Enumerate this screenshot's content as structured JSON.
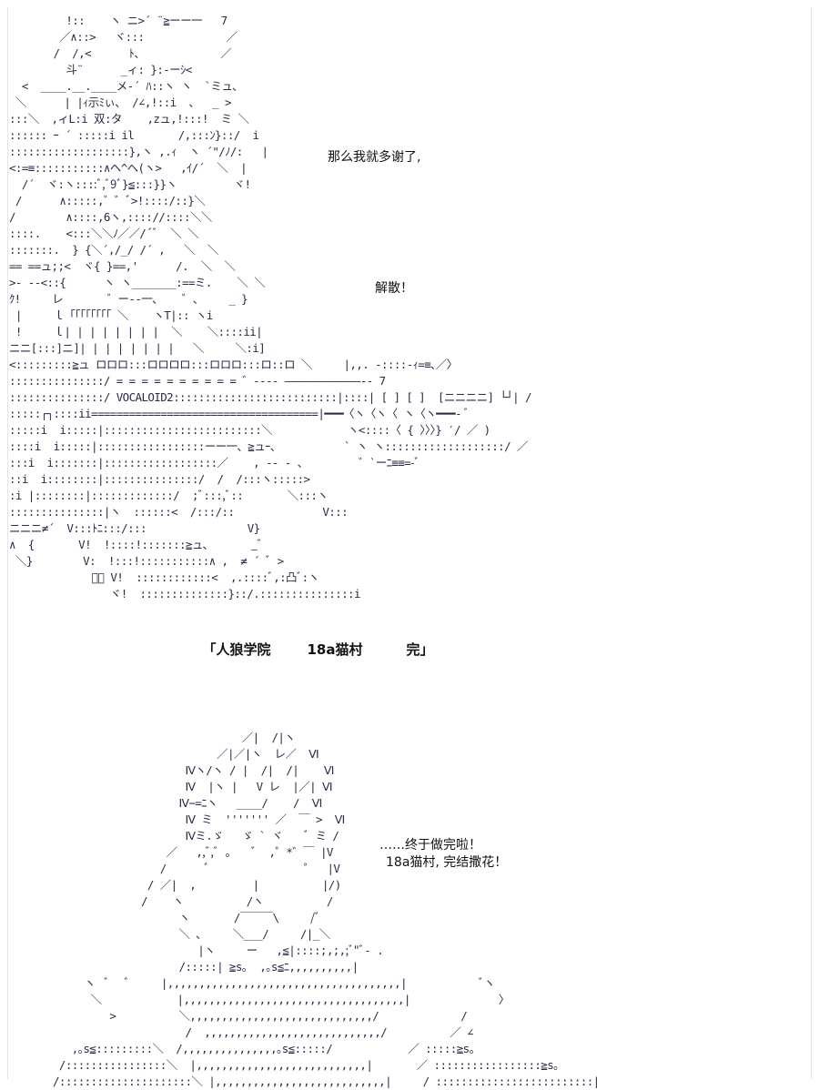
{
  "ascii_art": {
    "upper_figure": "         !::    ヽ ニ>´ ¨≧ーー一   7\n        ／∧::>   ヾ:::             ／\n       /  /,<      ﾄ、            ／\n         斗¨      _ィ: }:-ーｼ<\n  <  ____.__.____メ-´ ﾊ::ヽ ヽ  `ミュ、\n ＼      | |ｨ示ﾐぃ、 /∠,!::i  、  _ >\n:::＼  ,ィL:i 双:タ    ,zュ,!:::!  ミ ＼\n:::::: ｰ ´ :::::i il       /,:::ﾝ}::/  i\n:::::::::::::::::::},ヽ ,.ｨ  ヽ ´\"/ﾉ/:   |\n<:=≡:::::::::::∧ヘ^へ(ヽ>   ,ｲ/´  ＼  |\n  /´  ヾ:ヽ::::ﾞ,ﾞ9ﾞ}≦:::}}ヽ         ヾ!\n /      ∧:::::,゛゛ﾞ>!::::/::}＼\n/        ∧::::,6ヽ,:::://::::＼＼\n::::.    <:::＼＼ﾉ／／/´ﾞ  ＼ ＼\n:::::::.  } {＼´,/_/ /´ ,   ＼  ＼\n== ==ュ;;<  ヾ{ }==,'      /.  ＼  ＼\n>- --<::{      ヽ ヽ_______:==ミ.    ＼ ＼\nｸ!     レ       ゛ー--一、   ゛、    _ }\n |     ｌ「「「「「「「「 ＼    ヽT|:: ヽi\n !     ｌ| | | | | | | |  ＼    ＼::::ii|\nニニ[:::]ニ]| | | | | | | |   ＼     ＼:i]\n<:::::::::≧ュ ロロロ:::ロロロロ:::ロロロ:::ロ::ロ ＼     |,,. -::::-ｨ=≡､／〉\n:::::::::::::::/ = = = = = = = = = = ゛---- ――――――――――――-- 7\n:::::::::::::::/ VOCALOID2::::::::::::::::::::::::::|::::| [ ] [ ]  [ニニニニ] └┘| /\n:::::┌┐::::ii====================================|━━━〈ヽ〈ヽ〈 ヽ〈ヽ━━━- ﾞ\n:::::i  i:::::|:::::::::::::::::::::::::＼            ヽ<::::〈 { 〉〉〉} ′/ ／ )\n::::i  i:::::|:::::::::::::::::ーー一、≧ュｰ、          ` ヽ ヽ:::::::::::::::::::/ ／\n:::i  i:::::::|::::::::::::::::::／    , -- - 、        ゛`ーﾆ≡≡=-ﾞ\n::i  i::::::::|:::::::::::::::/  /  /:::ヽ:::::>\n:i |::::::::|:::::::::::::/  ;ﾞ:::,ﾞ::       ＼:::ヽ\n:::::::::::::::|ヽ  ::::::<  /:::/::              V:::\nニニニ≠´  V:::ﾄﾆ:::/:::                V}\n∧  {       V!  !::::!:::::::≧ュ、      _ﾞ\n ＼}        V:  !:::!:::::::::::∧ ,  ≠ ´ ﾞ >\n             ﾞ＼ V!  ::::::::::::<  ,.::::ﾞ,:凸ﾞ:ヽ\n                ヾ!  ::::::::::::::}::/.:::::::::::::::i",
    "lower_figure": "                              ／|  /|ヽ\n                          ／|／|ヽ  レ／  Ⅵ\n                     Ⅳヽ/ヽ / |  /|  /|    Ⅵ\n                     Ⅳ  |ヽ |   V レ  |／| Ⅵ\n                    Ⅳ−=ﾆヽ   ____/    /  Ⅵ\n                     Ⅳ ミ  ''''''' ／  ￣ >  Ⅵ\n                     Ⅳミ.ゞ   ゞ ` ヾ    ﾞ ミ /\n                  ／   ,,ﾞ,ﾞ 。   ﾞ  ,゜*゛￣ |V\n                 /      ﾞ               ゜  |V\n               / ／|  ,         |          |/)\n              /    ヽ          /ヽ          /\n                    ヽ       /￣￣￣\\     /ﾞ\n                    ＼ ､     ＼___/     /|_＼\n                       |ヽ     ー   ,≦|::::;,;,;ﾞ\"ﾞ- .\n                    /:::::| ≧s｡  ,｡s≦ﾆ,,,,,,,,,,|\n     ヽ  ﾞ   ﾞ     |,,,,,,,,,,,,,,,,,,,,,,,,,,,,,,,,,,,,,|            ﾞヽ\n      ＼            |,,,,,,,,,,,,,,,,,,,,,,,,,,,,,,,,,,,|              〉\n         >          ＼,,,,,,,,,,,,,,,,,,,,,,,,,,,,,/             /\n                     /  ,,,,,,,,,,,,,,,,,,,,,,,,,,,,/          ／ ∠\n   ,｡s≦:::::::::＼  /,,,,,,,,,,,,,,,｡s≦:::::/            ／ :::::≧s｡\n /::::::::::::::::＼  |,,,,,,,,,,,,,,,,,,,,,,,,,,,|       ／ :::::::::::::::::≧s｡\n/:::::::::::::::::::::＼ |,,,,,,,,,,,,,,,,,,,,,,,,,,,|     / :::::::::::::::::::::::::|"
  },
  "dialogue": {
    "line_1": "那么我就多谢了,",
    "line_2": "解散！",
    "line_3": "……终于做完啦！",
    "line_4": "18a猫村, 完结撒花！"
  },
  "end_title": {
    "part_1": "「人狼学院",
    "part_2": "18a猫村",
    "part_3": "完」"
  }
}
